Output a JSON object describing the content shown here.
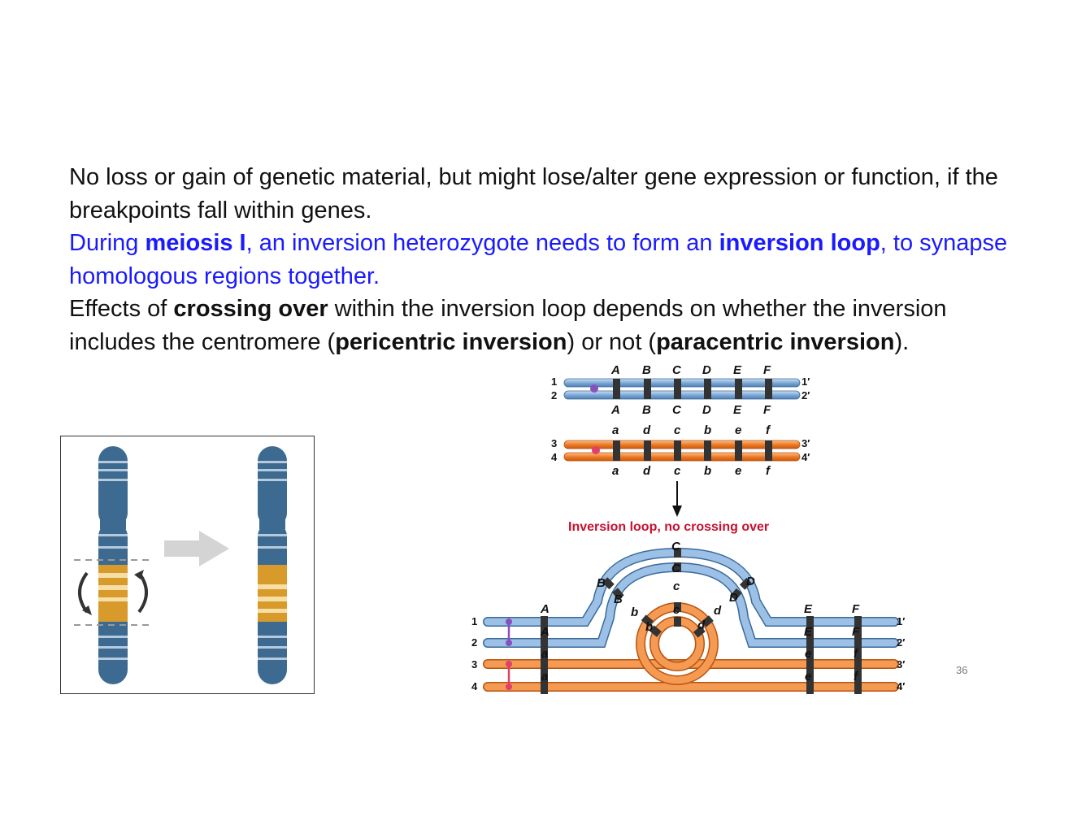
{
  "slide": {
    "page_number": "36",
    "paragraphs": [
      {
        "color": "#111111",
        "segments": [
          {
            "text": "No loss or gain of genetic material, but might lose/alter gene expression or function, if the breakpoints fall within genes.",
            "bold": false
          }
        ]
      },
      {
        "color": "#1a1aff",
        "segments": [
          {
            "text": "During ",
            "bold": false
          },
          {
            "text": "meiosis I",
            "bold": true
          },
          {
            "text": ", an inversion heterozygote needs to form an ",
            "bold": false
          },
          {
            "text": "inversion loop",
            "bold": true
          },
          {
            "text": ", to synapse homologous regions together.",
            "bold": false
          }
        ]
      },
      {
        "color": "#111111",
        "segments": [
          {
            "text": "Effects of ",
            "bold": false
          },
          {
            "text": "crossing over",
            "bold": true
          },
          {
            "text": " within the inversion loop depends on whether the inversion includes the centromere (",
            "bold": false
          },
          {
            "text": "pericentric inversion",
            "bold": true
          },
          {
            "text": ") or not (",
            "bold": false
          },
          {
            "text": "paracentric inversion",
            "bold": true
          },
          {
            "text": ").",
            "bold": false
          }
        ]
      }
    ]
  },
  "figure": {
    "colors": {
      "chromosome_blue": "#3d6a91",
      "inverted_gold": "#d89a2a",
      "strand_blue": "#7fa9d6",
      "strand_orange": "#f07b25",
      "label_red": "#c8102e",
      "centromere_purple": "#8a4fbf",
      "centromere_pink": "#e0406a"
    },
    "top_gene_labels": [
      "A",
      "B",
      "C",
      "D",
      "E",
      "F"
    ],
    "mid_gene_labels": [
      "a",
      "d",
      "c",
      "b",
      "e",
      "f"
    ],
    "left_strand_numbers": [
      "1",
      "2",
      "3",
      "4"
    ],
    "right_strand_numbers": [
      "1′",
      "2′",
      "3′",
      "4′"
    ],
    "loop_caption": "Inversion loop, no crossing over",
    "loop_labels": {
      "outer_top": "C",
      "outer_top2": "C",
      "outer_left": "B",
      "outer_left2": "B",
      "outer_right": "D",
      "outer_right2": "D",
      "inner_top": "c",
      "inner_top2": "c",
      "inner_left": "b",
      "inner_left2": "b",
      "inner_right": "d",
      "inner_right2": "d",
      "A_top": "A",
      "A_bottom": "A",
      "a_top": "a",
      "a_bottom": "a",
      "E_top": "E",
      "E_bottom": "E",
      "e_top": "e",
      "e_bottom": "e",
      "F_top": "F",
      "F_bottom": "F",
      "f_top": "f",
      "f_bottom": "f"
    }
  }
}
